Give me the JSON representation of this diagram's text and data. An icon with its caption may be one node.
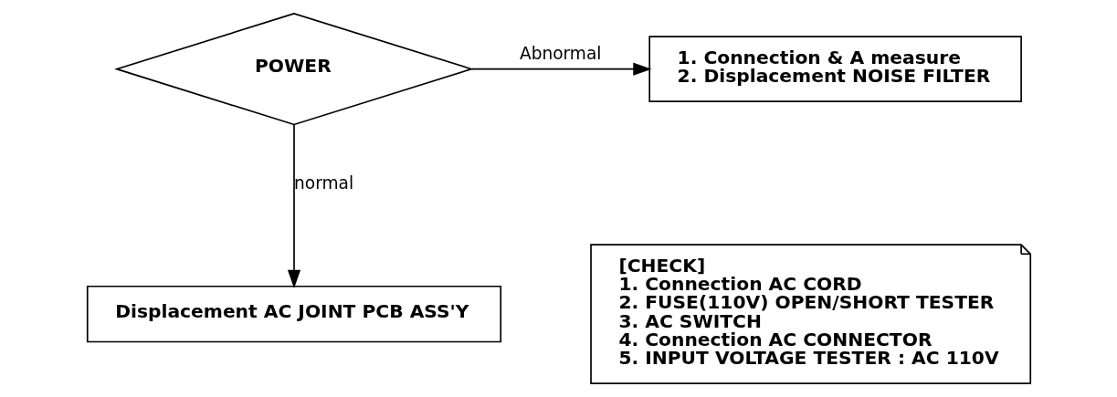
{
  "diagram": {
    "nodes": [
      {
        "text": [
          "POWER"
        ]
      },
      {
        "text": [
          "1. Connection & A measure",
          "2. Displacement NOISE FILTER"
        ]
      },
      {
        "text": [
          "[CHECK]",
          "1. Connection AC CORD",
          "2. FUSE(110V) OPEN/SHORT TESTER",
          "3. AC SWITCH",
          "4. Connection AC CONNECTOR",
          "5. INPUT VOLTAGE TESTER : AC 110V"
        ]
      },
      {
        "text": [
          "Displacement AC JOINT PCB ASS'Y"
        ]
      }
    ],
    "edges": [
      {
        "from": 0,
        "to": 1,
        "arrow": "to",
        "label": "Abnormal"
      },
      {
        "from": 0,
        "to": 3,
        "arrow": "to",
        "label": "normal"
      }
    ]
  }
}
